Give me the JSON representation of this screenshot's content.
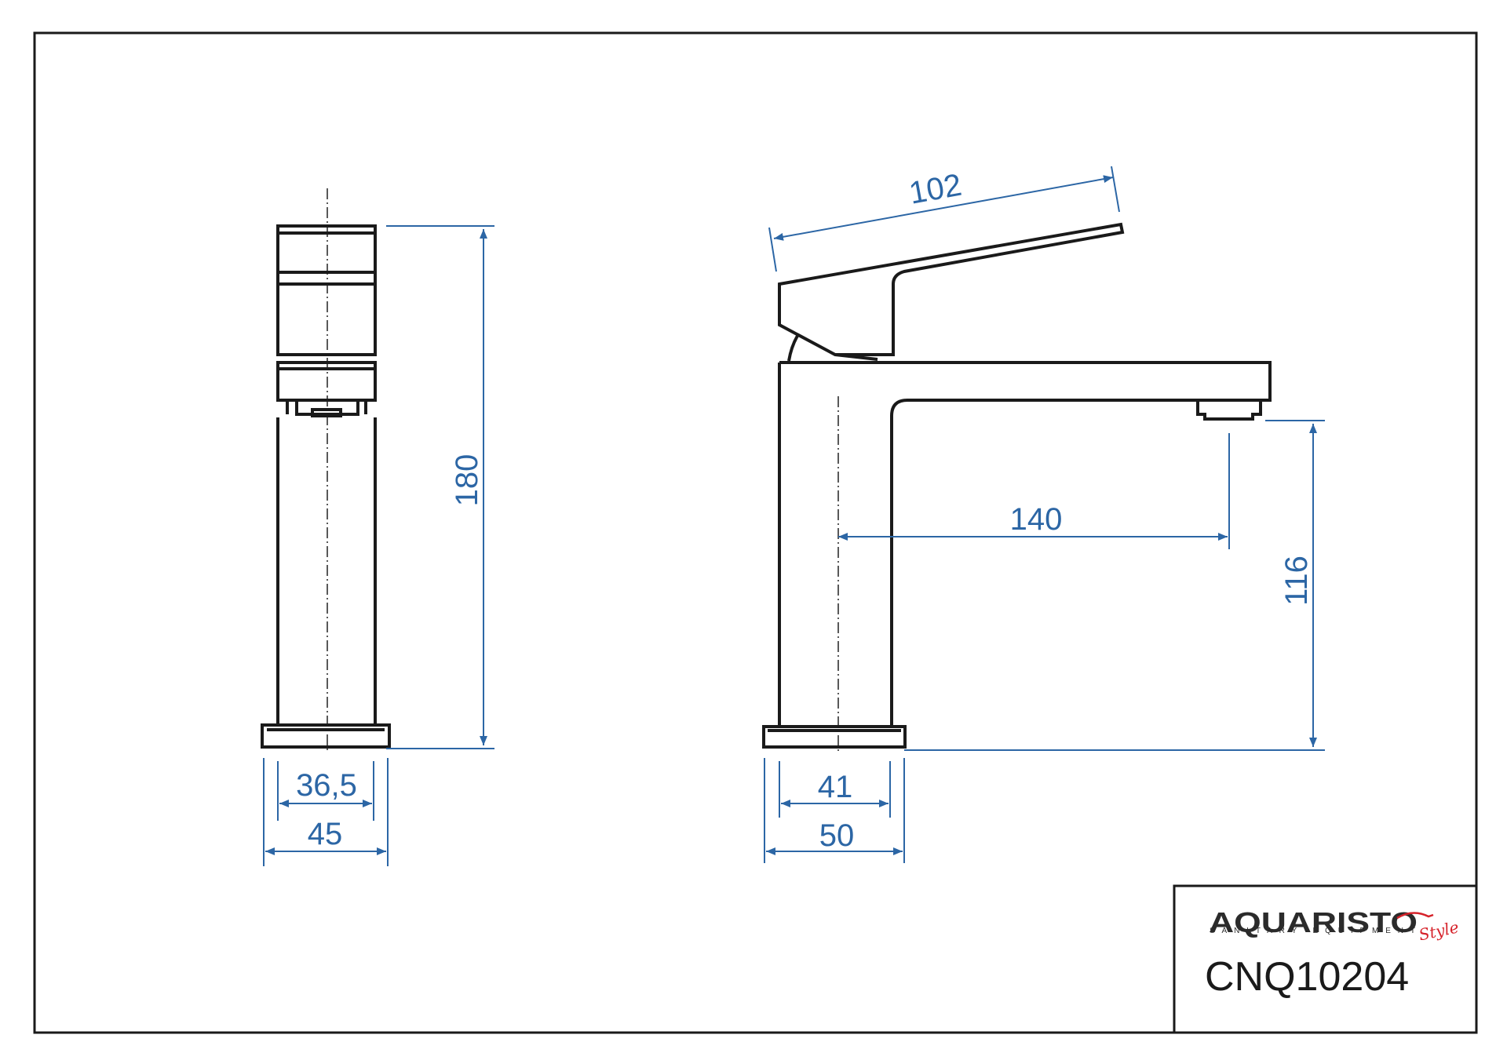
{
  "dimensions": {
    "front_height": "180",
    "front_inner_width": "36,5",
    "front_outer_width": "45",
    "lever_length": "102",
    "spout_reach": "140",
    "spout_height": "116",
    "side_inner_width": "41",
    "side_outer_width": "50"
  },
  "title_block": {
    "brand": "AQUARISTO",
    "brand_tagline": "SANITARY EQUIPMENT",
    "brand_script": "Style",
    "model_code": "CNQ10204"
  },
  "colors": {
    "dimension": "#2c66a5",
    "outline": "#1a1a1a",
    "brand_accent": "#d6222a"
  }
}
